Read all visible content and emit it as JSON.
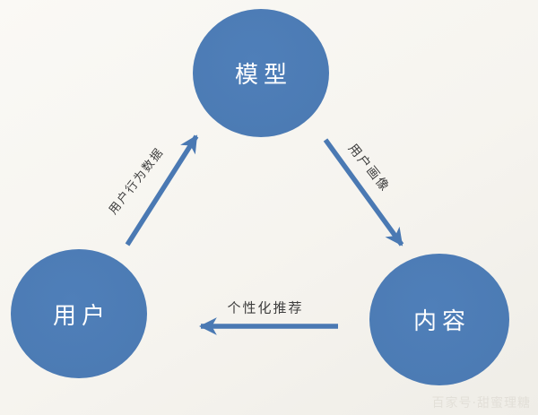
{
  "diagram": {
    "type": "cycle-diagram",
    "topic": "personalized recommendation loop",
    "nodes": [
      {
        "id": "model",
        "label": "模型"
      },
      {
        "id": "user",
        "label": "用户"
      },
      {
        "id": "content",
        "label": "内容"
      }
    ],
    "edges": [
      {
        "from": "user",
        "to": "model",
        "label": "用户行为数据"
      },
      {
        "from": "model",
        "to": "content",
        "label": "用户画像"
      },
      {
        "from": "content",
        "to": "user",
        "label": "个性化推荐"
      }
    ],
    "colors": {
      "node_fill": "#4c7bb4",
      "node_text": "#ffffff",
      "arrow": "#4a79b3",
      "edge_label_text": "#3d3d3d",
      "background": "#f6f4ef"
    },
    "watermark": "百家号·甜蜜理糖"
  }
}
